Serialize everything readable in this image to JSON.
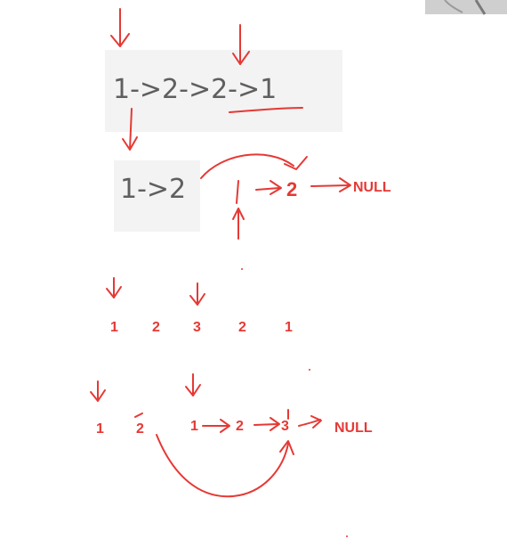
{
  "printed_list": {
    "line1": "1->2->2->1",
    "line2": "1->2"
  },
  "handwritten": {
    "null_upper": "NULL",
    "null_lower": "NULL",
    "row3": [
      "1",
      "2",
      "3",
      "2",
      "1"
    ],
    "row4_left": [
      "1",
      "2"
    ],
    "row4_right": [
      "1",
      "2",
      "3"
    ],
    "two_upper": "2"
  },
  "colors": {
    "ink": "#e53935",
    "printed_text": "#5f5f5f",
    "printed_background": "#f3f3f3"
  }
}
